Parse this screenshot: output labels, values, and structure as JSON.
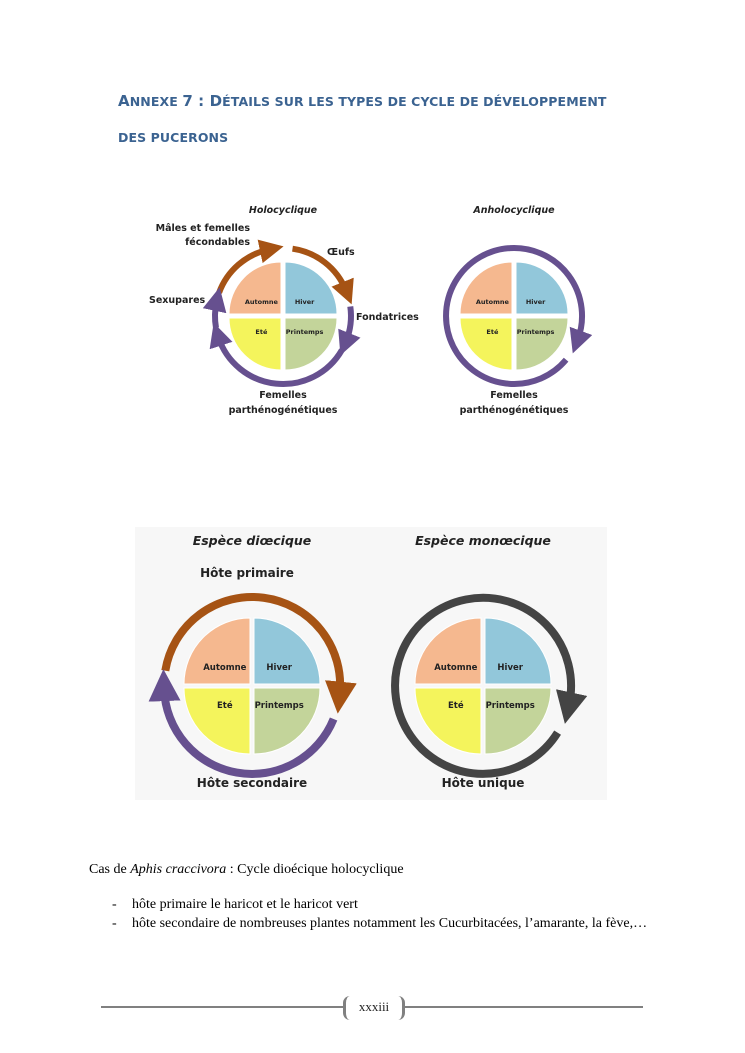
{
  "title": {
    "line1_prefix_big": "A",
    "line1_prefix_small": "NNEXE",
    "line1_num": "7 : D",
    "line1_rest": "ÉTAILS SUR LES TYPES DE CYCLE DE DÉVELOPPEMENT",
    "line2": "DES PUCERONS"
  },
  "seasons": {
    "autumn": "Automne",
    "winter": "Hiver",
    "summer": "Eté",
    "spring": "Printemps"
  },
  "figure1": {
    "holocyclic": {
      "title": "Holocyclique",
      "males_line1": "Mâles et femelles",
      "males_line2": "fécondables",
      "eggs": "Œufs",
      "sexupares": "Sexupares",
      "fondatrices": "Fondatrices",
      "females_line1": "Femelles",
      "females_line2": "parthénogénétiques"
    },
    "anholocyclic": {
      "title": "Anholocyclique",
      "females_line1": "Femelles",
      "females_line2": "parthénogénétiques"
    }
  },
  "figure2": {
    "dioecious": {
      "title": "Espèce diœcique",
      "top": "Hôte primaire",
      "bottom": "Hôte secondaire"
    },
    "monoecious": {
      "title": "Espèce monœcique",
      "bottom": "Hôte unique"
    }
  },
  "colors": {
    "autumn": "#f5b88f",
    "winter": "#92c7da",
    "summer": "#f4f45c",
    "spring": "#c3d49a",
    "brown": "#a65314",
    "purple": "#66508f",
    "gray": "#444444"
  },
  "case": {
    "prefix": "Cas de ",
    "species": "Aphis craccivora",
    "suffix": " : Cycle dioécique holocyclique"
  },
  "list": [
    {
      "dash": "-",
      "text": " hôte primaire le haricot et le haricot vert"
    },
    {
      "dash": "-",
      "text": "hôte secondaire de nombreuses plantes notamment les Cucurbitacées, l’amarante, la fève,…"
    }
  ],
  "footer": {
    "page": "xxxiii"
  }
}
